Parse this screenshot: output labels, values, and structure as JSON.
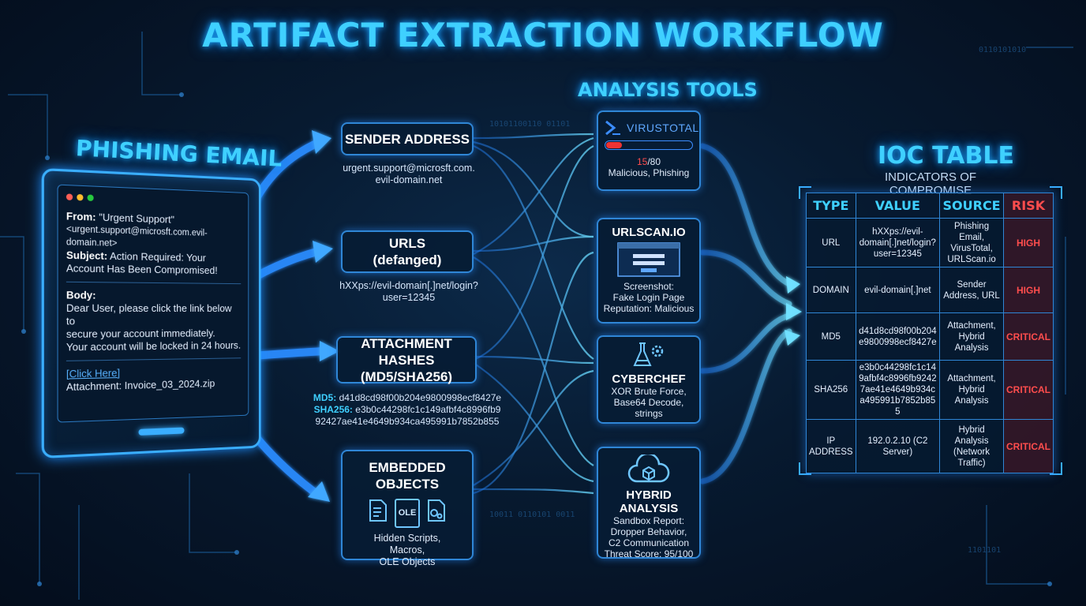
{
  "title": "ARTIFACT EXTRACTION WORKFLOW",
  "email": {
    "heading": "PHISHING EMAIL",
    "from_label": "From:",
    "from_name": "\"Urgent Support\"",
    "from_address": "<urgent.support@microsft.com.evil-domain.net>",
    "subject_label": "Subject:",
    "subject": "Action Required: Your Account Has Been Compromised!",
    "body_label": "Body:",
    "body_lines": [
      "Dear User, please click the link below to",
      "secure your account immediately.",
      "Your account will be locked in 24 hours."
    ],
    "link": "[Click Here]",
    "attachment_label": "Attachment:",
    "attachment": "Invoice_03_2024.zip",
    "colors": {
      "dot_red": "#ff5f56",
      "dot_yellow": "#ffbd2e",
      "dot_green": "#27c93f"
    }
  },
  "artifacts": {
    "sender": {
      "title": "SENDER ADDRESS",
      "lines": [
        "urgent.support@microsft.com.",
        "evil-domain.net"
      ]
    },
    "urls": {
      "title_lines": [
        "URLS",
        "(defanged)"
      ],
      "lines": [
        "hXXps://evil-domain[.]net/login?",
        "user=12345"
      ]
    },
    "hashes": {
      "title_lines": [
        "ATTACHMENT HASHES",
        "(MD5/SHA256)"
      ],
      "md5_label": "MD5:",
      "md5": "d41d8cd98f00b204e9800998ecf8427e",
      "sha_label": "SHA256:",
      "sha_1": "e3b0c44298fc1c149afbf4c8996fb9",
      "sha_2": "92427ae41e4649b934ca495991b7852b855"
    },
    "embedded": {
      "title": "EMBEDDED OBJECTS",
      "icon_ole": "OLE",
      "lines": [
        "Hidden Scripts,",
        "Macros,",
        "OLE Objects"
      ]
    }
  },
  "tools": {
    "heading": "ANALYSIS TOOLS",
    "virustotal": {
      "name": "VIRUSTOTAL",
      "score_bad": "15",
      "score_total": "/80",
      "desc": "Malicious, Phishing",
      "detection_ratio": 0.1875
    },
    "urlscan": {
      "name": "URLSCAN.IO",
      "lines": [
        "Screenshot:",
        "Fake Login Page",
        "Reputation: Malicious"
      ]
    },
    "cyberchef": {
      "name": "CYBERCHEF",
      "lines": [
        "XOR Brute Force,",
        "Base64 Decode,",
        "strings"
      ]
    },
    "hybrid": {
      "name": "HYBRID ANALYSIS",
      "lines": [
        "Sandbox Report:",
        "Dropper Behavior,",
        "C2 Communication",
        "Threat Score: 95/100"
      ]
    }
  },
  "ioc": {
    "heading": "IOC TABLE",
    "subheading": "INDICATORS OF COMPROMISE",
    "headers": [
      "TYPE",
      "VALUE",
      "SOURCE",
      "RISK"
    ],
    "rows": [
      {
        "type": "URL",
        "value": "hXXps://evil-domain[.]net/login?user=12345",
        "source": "Phishing Email, VirusTotal, URLScan.io",
        "risk": "HIGH"
      },
      {
        "type": "DOMAIN",
        "value": "evil-domain[.]net",
        "source": "Sender Address, URL",
        "risk": "HIGH"
      },
      {
        "type": "MD5",
        "value": "d41d8cd98f00b204e9800998ecf8427e",
        "source": "Attachment, Hybrid Analysis",
        "risk": "CRITICAL"
      },
      {
        "type": "SHA256",
        "value": "e3b0c44298fc1c149afbf4c8996fb92427ae41e4649b934ca495991b7852b855",
        "source": "Attachment, Hybrid Analysis",
        "risk": "CRITICAL"
      },
      {
        "type": "IP ADDRESS",
        "value": "192.0.2.10 (C2 Server)",
        "source": "Hybrid Analysis (Network Traffic)",
        "risk": "CRITICAL"
      }
    ]
  },
  "colors": {
    "accent": "#3fd0ff",
    "border": "#2f86d6",
    "risk": "#ff4d4d",
    "background": "#071a30"
  }
}
